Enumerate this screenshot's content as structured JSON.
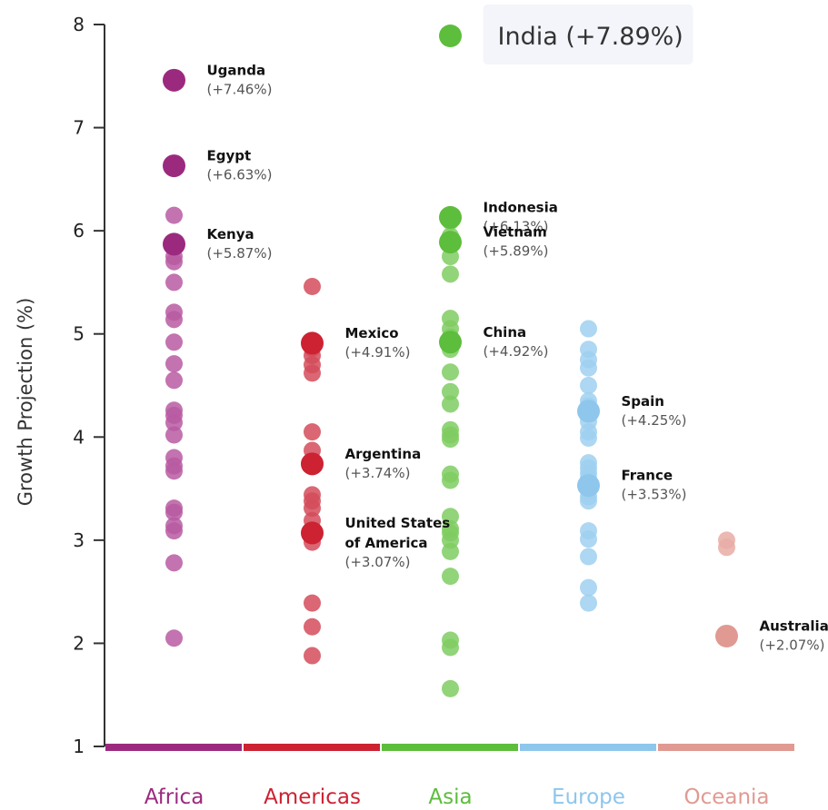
{
  "chart_data": {
    "type": "scatter",
    "ylabel": "Growth Projection (%)",
    "ylim": [
      1,
      8
    ],
    "yticks": [
      1,
      2,
      3,
      4,
      5,
      6,
      7,
      8
    ],
    "grid": false,
    "categories": [
      {
        "name": "Africa",
        "color": "#9b2a7f",
        "lightColor": "#b95aa2"
      },
      {
        "name": "Americas",
        "color": "#cc2232",
        "lightColor": "#d44c5a"
      },
      {
        "name": "Asia",
        "color": "#5dbd3c",
        "lightColor": "#7fcc62"
      },
      {
        "name": "Europe",
        "color": "#8ec6ec",
        "lightColor": "#9fd0f0"
      },
      {
        "name": "Oceania",
        "color": "#e09a92",
        "lightColor": "#e7aba4"
      }
    ],
    "series": [
      {
        "name": "Africa",
        "values": [
          6.15,
          5.75,
          5.7,
          5.5,
          5.21,
          5.14,
          4.92,
          4.71,
          4.55,
          4.26,
          4.21,
          4.14,
          4.02,
          3.8,
          3.72,
          3.67,
          3.31,
          3.27,
          3.14,
          3.09,
          2.78,
          2.05
        ]
      },
      {
        "name": "Americas",
        "values": [
          5.46,
          4.86,
          4.79,
          4.7,
          4.62,
          4.05,
          3.87,
          3.44,
          3.38,
          3.31,
          3.19,
          3.09,
          2.98,
          2.39,
          2.16,
          1.88
        ]
      },
      {
        "name": "Asia",
        "values": [
          6.09,
          5.95,
          5.87,
          5.75,
          5.58,
          5.15,
          5.05,
          4.97,
          4.85,
          4.63,
          4.44,
          4.32,
          4.07,
          4.02,
          3.98,
          3.64,
          3.58,
          3.23,
          3.11,
          3.07,
          3.0,
          2.89,
          2.65,
          2.03,
          1.96,
          1.56
        ]
      },
      {
        "name": "Europe",
        "values": [
          5.05,
          4.85,
          4.75,
          4.67,
          4.5,
          4.35,
          4.3,
          4.15,
          4.05,
          3.99,
          3.75,
          3.7,
          3.65,
          3.6,
          3.48,
          3.42,
          3.38,
          3.09,
          3.01,
          2.84,
          2.54,
          2.39
        ]
      },
      {
        "name": "Oceania",
        "values": [
          3.0,
          2.93
        ]
      }
    ],
    "highlighted": [
      {
        "category": "Africa",
        "name": "Uganda",
        "value": 7.46,
        "label": "(+7.46%)"
      },
      {
        "category": "Africa",
        "name": "Egypt",
        "value": 6.63,
        "label": "(+6.63%)"
      },
      {
        "category": "Africa",
        "name": "Kenya",
        "value": 5.87,
        "label": "(+5.87%)"
      },
      {
        "category": "Americas",
        "name": "Mexico",
        "value": 4.91,
        "label": "(+4.91%)"
      },
      {
        "category": "Americas",
        "name": "Argentina",
        "value": 3.74,
        "label": "(+3.74%)"
      },
      {
        "category": "Americas",
        "name": "United States of America",
        "nameLines": [
          "United States",
          "of America"
        ],
        "value": 3.07,
        "label": "(+3.07%)"
      },
      {
        "category": "Asia",
        "name": "India",
        "value": 7.89,
        "label": "(+7.89%)"
      },
      {
        "category": "Asia",
        "name": "Indonesia",
        "value": 6.13,
        "label": "(+6.13%)"
      },
      {
        "category": "Asia",
        "name": "Vietnam",
        "value": 5.89,
        "label": "(+5.89%)"
      },
      {
        "category": "Asia",
        "name": "China",
        "value": 4.92,
        "label": "(+4.92%)"
      },
      {
        "category": "Europe",
        "name": "Spain",
        "value": 4.25,
        "label": "(+4.25%)"
      },
      {
        "category": "Europe",
        "name": "France",
        "value": 3.53,
        "label": "(+3.53%)"
      },
      {
        "category": "Oceania",
        "name": "Australia",
        "value": 2.07,
        "label": "(+2.07%)"
      }
    ],
    "tooltip": {
      "category": "Asia",
      "text": "India (+7.89%)"
    }
  }
}
